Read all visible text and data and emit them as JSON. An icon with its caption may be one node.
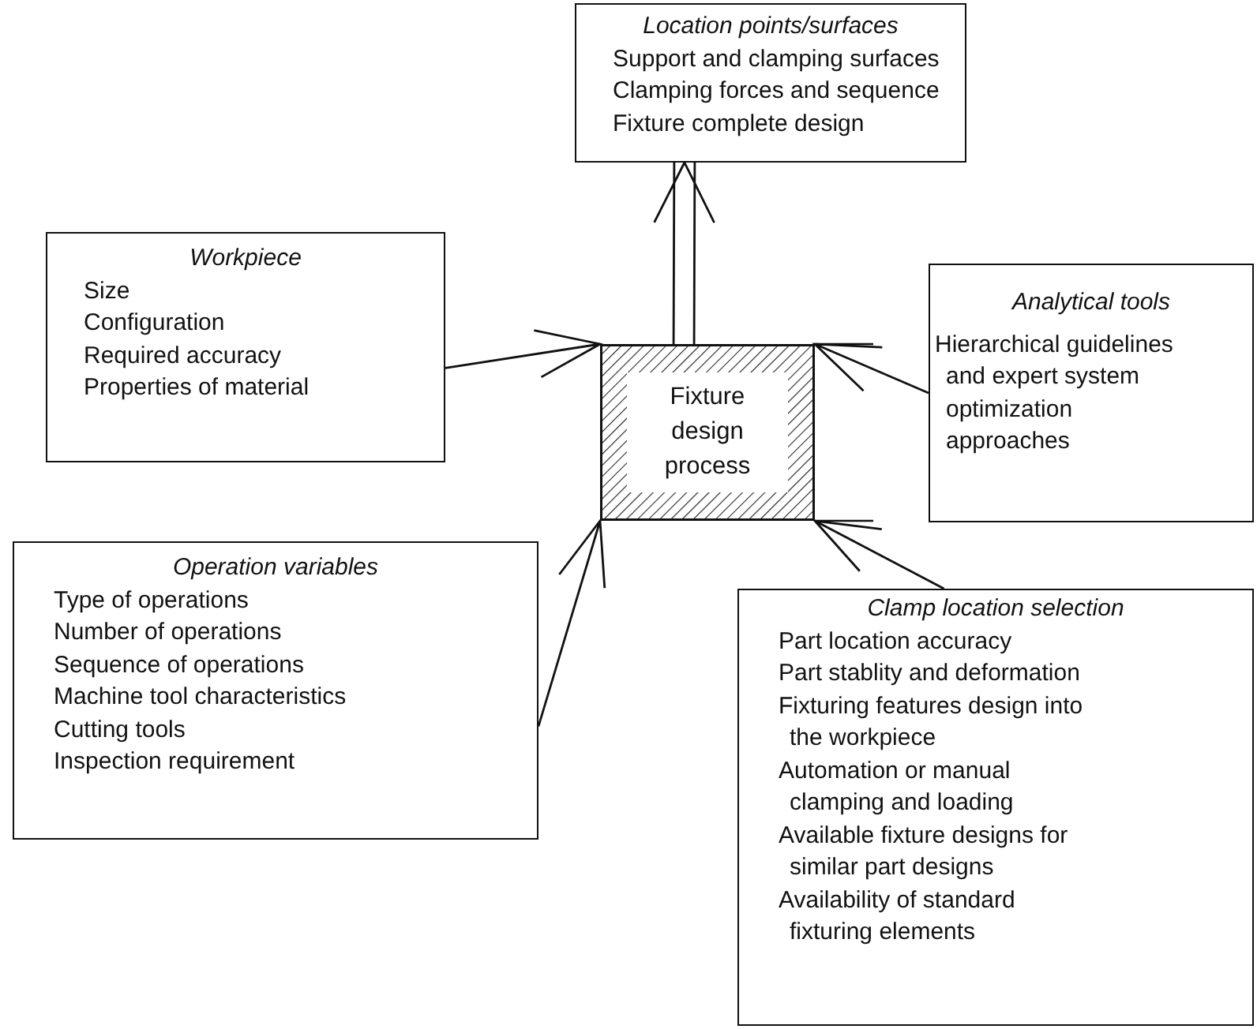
{
  "diagram": {
    "nodes": [
      {
        "text": [
          "Location points/surfaces",
          "Support and clamping surfaces",
          "Clamping forces and sequence",
          "Fixture complete design"
        ]
      },
      {
        "text": [
          "Workpiece",
          "Size",
          "Configuration",
          "Required accuracy",
          "Properties of material"
        ]
      },
      {
        "text": [
          "Fixture design process"
        ]
      },
      {
        "text": [
          "Analytical tools",
          "Hierarchical guidelines and expert system optimization approaches"
        ]
      },
      {
        "text": [
          "Operation variables",
          "Type of operations",
          "Number of operations",
          "Sequence of operations",
          "Machine tool characteristics",
          "Cutting tools",
          "Inspection requirement"
        ]
      },
      {
        "text": [
          "Clamp location selection",
          "Part location accuracy",
          "Part stablity and deformation",
          "Fixturing features design into the workpiece",
          "Automation or manual clamping and loading",
          "Available fixture designs for similar part designs",
          "Availability of standard fixturing elements"
        ]
      }
    ],
    "edges": [
      {
        "from": 2,
        "to": 0,
        "arrow": "to"
      },
      {
        "from": 1,
        "to": 2,
        "arrow": "to"
      },
      {
        "from": 3,
        "to": 2,
        "arrow": "to"
      },
      {
        "from": 4,
        "to": 2,
        "arrow": "to"
      },
      {
        "from": 5,
        "to": 2,
        "arrow": "to"
      }
    ]
  }
}
